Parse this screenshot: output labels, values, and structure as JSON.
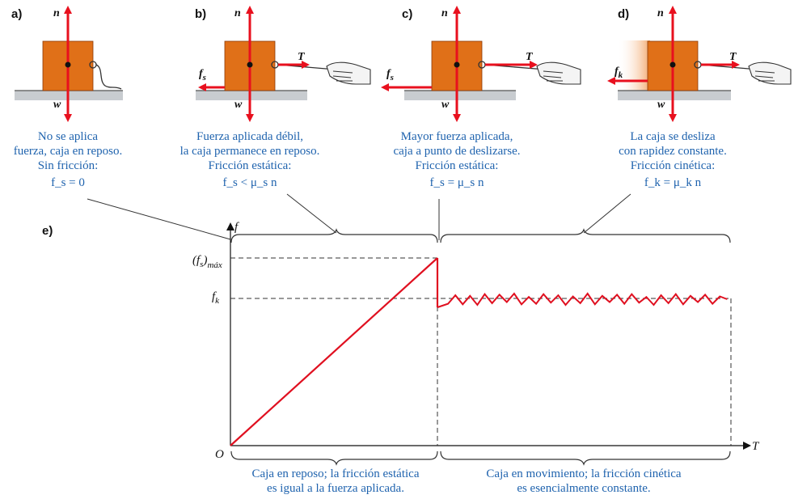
{
  "panels": [
    {
      "letter": "a)",
      "caption": [
        "No se aplica",
        "fuerza, caja en reposo.",
        "Sin fricción:",
        "f_s = 0"
      ]
    },
    {
      "letter": "b)",
      "caption": [
        "Fuerza aplicada débil,",
        "la caja permanece en reposo.",
        "Fricción estática:",
        "f_s < μ_s n"
      ]
    },
    {
      "letter": "c)",
      "caption": [
        "Mayor fuerza aplicada,",
        "caja a punto de deslizarse.",
        "Fricción estática:",
        "f_s = μ_s n"
      ]
    },
    {
      "letter": "d)",
      "caption": [
        "La caja se desliza",
        "con rapidez constante.",
        "Fricción cinética:",
        "f_k = μ_k n"
      ]
    }
  ],
  "force_labels": {
    "normal": "n",
    "weight": "w",
    "tension": "T",
    "f": "f",
    "s": "s",
    "k": "k"
  },
  "graph": {
    "letter": "e)",
    "y_axis": "f",
    "x_axis": "T",
    "origin": "O",
    "fs_max_main": "(f",
    "fs_max_sub": "s",
    "fs_max_close": ")",
    "fs_max_sub2": "máx",
    "fk_main": "f",
    "fk_sub": "k",
    "bottom_left": [
      "Caja en reposo; la fricción estática",
      "es igual a la fuerza aplicada."
    ],
    "bottom_right": [
      "Caja en movimiento; la fricción cinética",
      "es esencialmente constante."
    ]
  },
  "colors": {
    "box": "#e07018",
    "arrow": "#e8101e",
    "caption": "#1f63ae",
    "floor": "#c8ccd0",
    "curve": "#e01020"
  },
  "chart_data": {
    "type": "line",
    "x_label": "T",
    "y_label": "f",
    "y_ticks": [
      "(f_s)máx",
      "f_k"
    ],
    "static_region": {
      "from": [
        0,
        0
      ],
      "to": [
        1.0,
        1.0
      ]
    },
    "kinetic_level": 0.78,
    "transition_T": 1.0,
    "T_max": 2.4
  }
}
